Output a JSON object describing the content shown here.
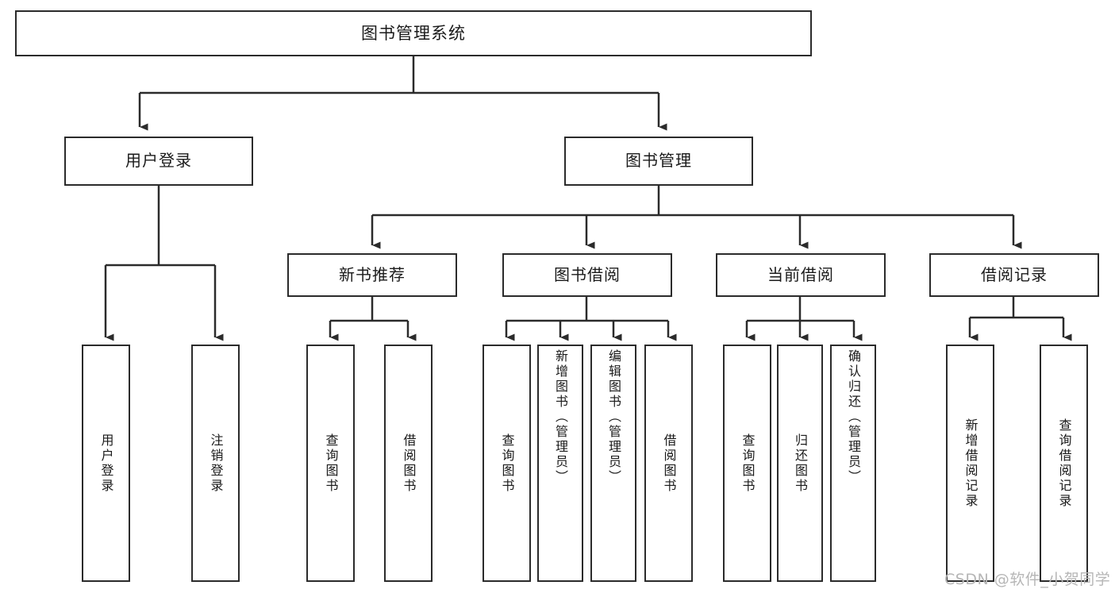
{
  "diagram": {
    "title": "图书管理系统",
    "type": "tree-hierarchy",
    "watermark": "CSDN @软件_小贺同学",
    "colors": {
      "border": "#2b2b2b",
      "background": "#ffffff",
      "text": "#1a1a1a",
      "connector": "#2b2b2b",
      "watermark": "#b6b6b6"
    },
    "root": {
      "label": "图书管理系统"
    },
    "level2": [
      {
        "label": "用户登录"
      },
      {
        "label": "图书管理"
      }
    ],
    "level3": [
      {
        "label": "新书推荐"
      },
      {
        "label": "图书借阅"
      },
      {
        "label": "当前借阅"
      },
      {
        "label": "借阅记录"
      }
    ],
    "leaves": {
      "user_login": [
        {
          "label": "用户登录"
        },
        {
          "label": "注销登录"
        }
      ],
      "new_book_recommend": [
        {
          "label": "查询图书"
        },
        {
          "label": "借阅图书"
        }
      ],
      "book_borrow": [
        {
          "label": "查询图书"
        },
        {
          "label": "新增图书（管理员）"
        },
        {
          "label": "编辑图书（管理员）"
        },
        {
          "label": "借阅图书"
        }
      ],
      "current_borrow": [
        {
          "label": "查询图书"
        },
        {
          "label": "归还图书"
        },
        {
          "label": "确认归还（管理员）"
        }
      ],
      "borrow_record": [
        {
          "label": "新增借阅记录"
        },
        {
          "label": "查询借阅记录"
        }
      ]
    }
  }
}
